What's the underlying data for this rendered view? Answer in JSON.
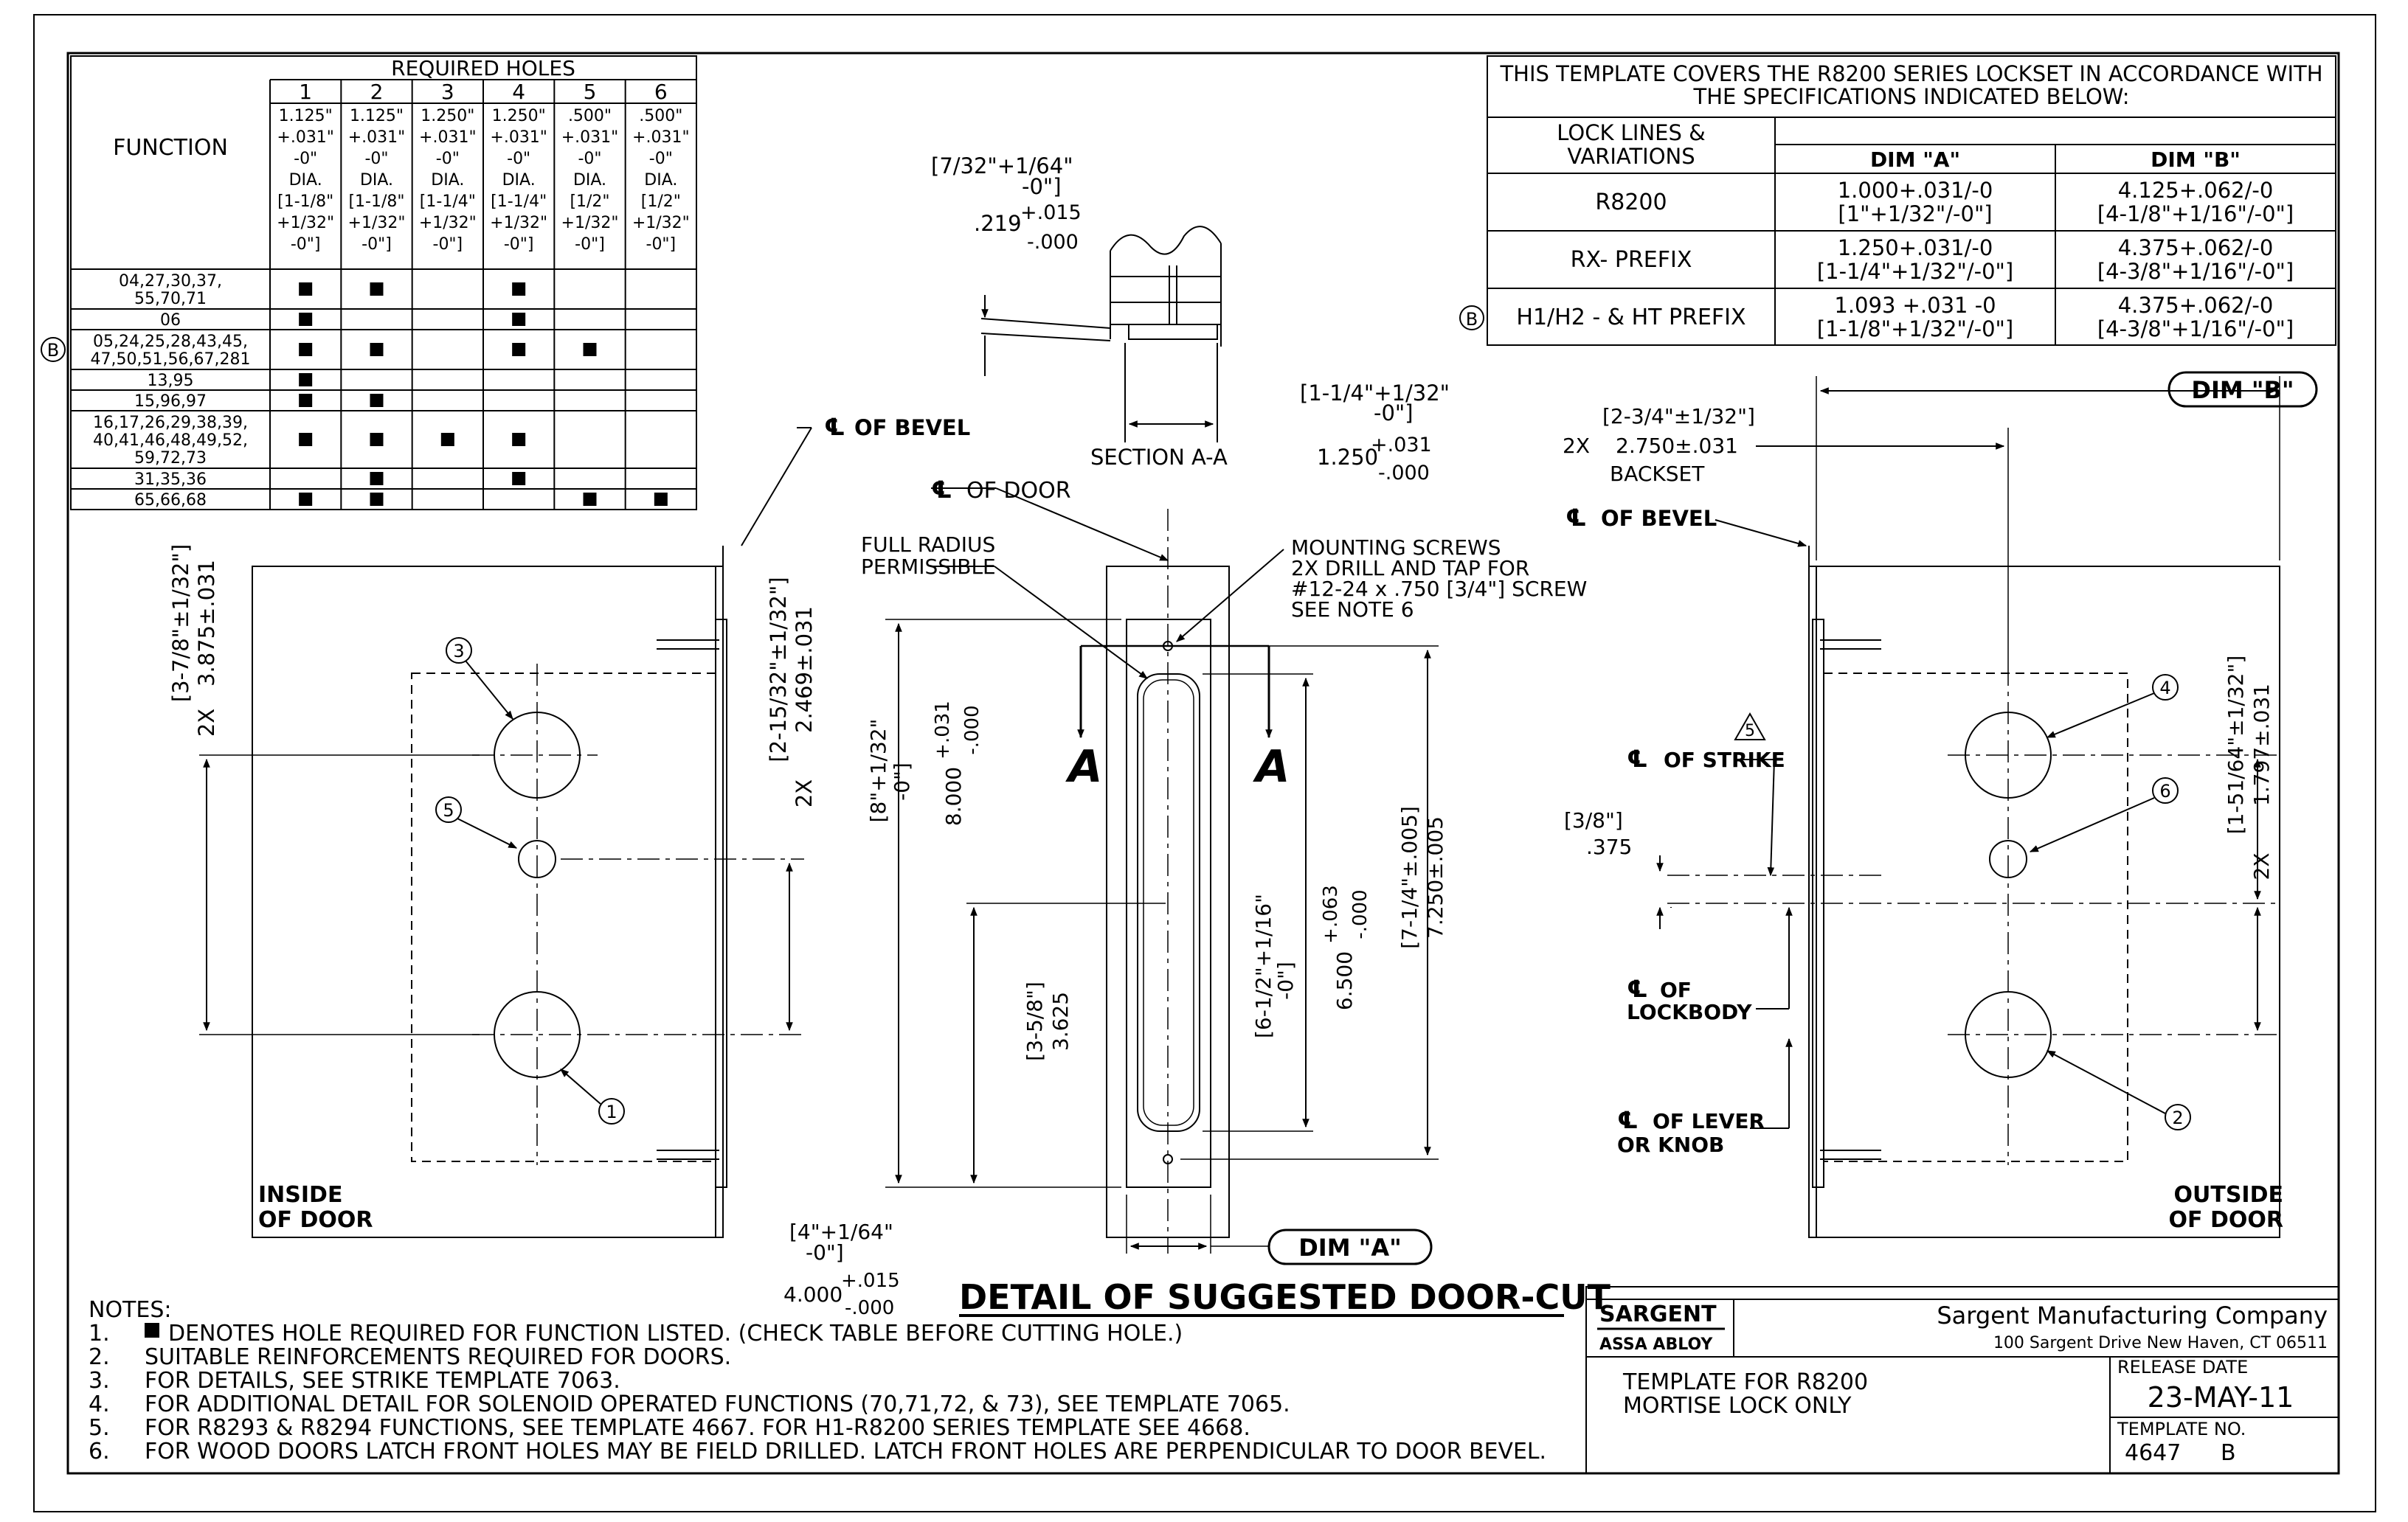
{
  "required_holes": {
    "title": "REQUIRED HOLES",
    "function_header": "FUNCTION",
    "columns": [
      {
        "num": "1",
        "lines": [
          "1.125\"",
          "+.031\"",
          "-0\"",
          "DIA.",
          "[1-1/8\"",
          "+1/32\"",
          "-0\"]"
        ]
      },
      {
        "num": "2",
        "lines": [
          "1.125\"",
          "+.031\"",
          "-0\"",
          "DIA.",
          "[1-1/8\"",
          "+1/32\"",
          "-0\"]"
        ]
      },
      {
        "num": "3",
        "lines": [
          "1.250\"",
          "+.031\"",
          "-0\"",
          "DIA.",
          "[1-1/4\"",
          "+1/32\"",
          "-0\"]"
        ]
      },
      {
        "num": "4",
        "lines": [
          "1.250\"",
          "+.031\"",
          "-0\"",
          "DIA.",
          "[1-1/4\"",
          "+1/32\"",
          "-0\"]"
        ]
      },
      {
        "num": "5",
        "lines": [
          ".500\"",
          "+.031\"",
          "-0\"",
          "DIA.",
          "[1/2\"",
          "+1/32\"",
          "-0\"]"
        ]
      },
      {
        "num": "6",
        "lines": [
          ".500\"",
          "+.031\"",
          "-0\"",
          "DIA.",
          "[1/2\"",
          "+1/32\"",
          "-0\"]"
        ]
      }
    ],
    "rows": [
      {
        "lines": [
          "04,27,30,37,",
          "55,70,71"
        ],
        "holes": [
          1,
          1,
          0,
          1,
          0,
          0
        ],
        "rev": ""
      },
      {
        "lines": [
          "06"
        ],
        "holes": [
          1,
          0,
          0,
          1,
          0,
          0
        ],
        "rev": ""
      },
      {
        "lines": [
          "05,24,25,28,43,45,",
          "47,50,51,56,67,281"
        ],
        "holes": [
          1,
          1,
          0,
          1,
          1,
          0
        ],
        "rev": "B"
      },
      {
        "lines": [
          "13,95"
        ],
        "holes": [
          1,
          0,
          0,
          0,
          0,
          0
        ],
        "rev": ""
      },
      {
        "lines": [
          "15,96,97"
        ],
        "holes": [
          1,
          1,
          0,
          0,
          0,
          0
        ],
        "rev": ""
      },
      {
        "lines": [
          "16,17,26,29,38,39,",
          "40,41,46,48,49,52,",
          "59,72,73"
        ],
        "holes": [
          1,
          1,
          1,
          1,
          0,
          0
        ],
        "rev": ""
      },
      {
        "lines": [
          "31,35,36"
        ],
        "holes": [
          0,
          1,
          0,
          1,
          0,
          0
        ],
        "rev": ""
      },
      {
        "lines": [
          "65,66,68"
        ],
        "holes": [
          1,
          1,
          0,
          0,
          1,
          1
        ],
        "rev": ""
      }
    ]
  },
  "spec_table": {
    "heading_1": "THIS TEMPLATE COVERS THE R8200 SERIES LOCKSET IN ACCORDANCE WITH",
    "heading_2": "THE SPECIFICATIONS INDICATED BELOW:",
    "col_lock_1": "LOCK LINES &",
    "col_lock_2": "VARIATIONS",
    "col_a": "DIM \"A\"",
    "col_b": "DIM \"B\"",
    "rows": [
      {
        "name": "R8200",
        "a1": "1.000+.031/-0",
        "a2": "[1\"+1/32\"/-0\"]",
        "b1": "4.125+.062/-0",
        "b2": "[4-1/8\"+1/16\"/-0\"]",
        "rev": ""
      },
      {
        "name": "RX- PREFIX",
        "a1": "1.250+.031/-0",
        "a2": "[1-1/4\"+1/32\"/-0\"]",
        "b1": "4.375+.062/-0",
        "b2": "[4-3/8\"+1/16\"/-0\"]",
        "rev": ""
      },
      {
        "name": "H1/H2 - & HT PREFIX",
        "a1": "1.093 +.031 -0",
        "a2": "[1-1/8\"+1/32\"/-0\"]",
        "b1": "4.375+.062/-0",
        "b2": "[4-3/8\"+1/16\"/-0\"]",
        "rev": "B"
      }
    ]
  },
  "left_view": {
    "bevel": "OF BEVEL",
    "label_1": "INSIDE",
    "label_2": "OF DOOR",
    "dim_vert_frac": "[3-7/8\"±1/32\"]",
    "dim_vert_dec": "3.875±.031",
    "dim_right_frac": "[2-15/32\"±1/32\"]",
    "dim_right_dec": "2.469±.031",
    "twox": "2X",
    "callouts": [
      "3",
      "5",
      "1"
    ]
  },
  "section": {
    "frac_top": "[7/32\"+1/64\"",
    "frac_bot": "-0\"]",
    "dec_main": ".219",
    "dec_up": "+.015",
    "dec_dn": "-.000",
    "label": "SECTION A-A",
    "dim_frac_top": "[1-1/4\"+1/32\"",
    "dim_frac_bot": "-0\"]",
    "dim_dec_main": "1.250",
    "dim_dec_up": "+.031",
    "dim_dec_dn": "-.000"
  },
  "detail": {
    "cl_door": "OF DOOR",
    "full_radius_1": "FULL RADIUS",
    "full_radius_2": "PERMISSIBLE",
    "ms_1": "MOUNTING SCREWS",
    "ms_2": "2X DRILL AND TAP FOR",
    "ms_3": "#12-24 x .750 [3/4\"] SCREW",
    "ms_4": "SEE NOTE 6",
    "section_letter": "A",
    "d8_frac_1": "[8\"+1/32\"",
    "d8_frac_2": "-0\"]",
    "d8_dec_main": "8.000",
    "d8_dec_up": "+.031",
    "d8_dec_dn": "-.000",
    "d358_frac": "[3-5/8\"]",
    "d358_dec": "3.625",
    "d612_frac_1": "[6-1/2\"+1/16\"",
    "d612_frac_2": "-0\"]",
    "d612_dec_main": "6.500",
    "d612_dec_up": "+.063",
    "d612_dec_dn": "-.000",
    "d714_frac": "[7-1/4\"±.005]",
    "d714_dec": "7.250±.005",
    "d4_frac_1": "[4\"+1/64\"",
    "d4_frac_2": "-0\"]",
    "d4_dec_main": "4.000",
    "d4_dec_up": "+.015",
    "d4_dec_dn": "-.000",
    "dim_a": "DIM \"A\"",
    "title": "DETAIL OF SUGGESTED DOOR-CUT"
  },
  "right_view": {
    "dim_b": "DIM \"B\"",
    "backset_frac": "[2-3/4\"±1/32\"]",
    "backset_2x": "2X",
    "backset_dec": "2.750±.031",
    "backset_label": "BACKSET",
    "bevel": "OF BEVEL",
    "strike": "OF STRIKE",
    "strike_note": "5",
    "frac_38": "[3/8\"]",
    "dec_375": ".375",
    "lockbody_1": "OF",
    "lockbody_2": "LOCKBODY",
    "lever_1": "OF LEVER",
    "lever_2": "OR KNOB",
    "dim_vert_frac": "[1-51/64\"±1/32\"]",
    "dim_vert_dec": "1.797±.031",
    "twox": "2X",
    "label_1": "OUTSIDE",
    "label_2": "OF DOOR",
    "callouts": [
      "4",
      "6",
      "2"
    ]
  },
  "notes": {
    "title": "NOTES:",
    "items": [
      {
        "num": "1.",
        "text": "DENOTES HOLE REQUIRED FOR FUNCTION LISTED. (CHECK TABLE BEFORE CUTTING HOLE.)"
      },
      {
        "num": "2.",
        "text": "SUITABLE REINFORCEMENTS REQUIRED FOR DOORS."
      },
      {
        "num": "3.",
        "text": "FOR DETAILS, SEE STRIKE TEMPLATE 7063."
      },
      {
        "num": "4.",
        "text": "FOR ADDITIONAL DETAIL FOR SOLENOID OPERATED FUNCTIONS (70,71,72, & 73), SEE TEMPLATE 7065."
      },
      {
        "num": "5.",
        "text": "FOR R8293 & R8294 FUNCTIONS, SEE TEMPLATE 4667.  FOR H1-R8200 SERIES TEMPLATE SEE 4668."
      },
      {
        "num": "6.",
        "text": "FOR WOOD DOORS LATCH FRONT HOLES MAY BE FIELD DRILLED. LATCH FRONT HOLES ARE PERPENDICULAR TO DOOR BEVEL."
      }
    ]
  },
  "title_block": {
    "brand": "SARGENT",
    "parent": "ASSA ABLOY",
    "company": "Sargent Manufacturing Company",
    "address": "100 Sargent Drive New Haven, CT 06511",
    "desc_1": "TEMPLATE FOR R8200",
    "desc_2": "MORTISE LOCK ONLY",
    "release_label": "RELEASE DATE",
    "release_date": "23-MAY-11",
    "template_label": "TEMPLATE NO.",
    "template_no": "4647",
    "revision": "B"
  }
}
